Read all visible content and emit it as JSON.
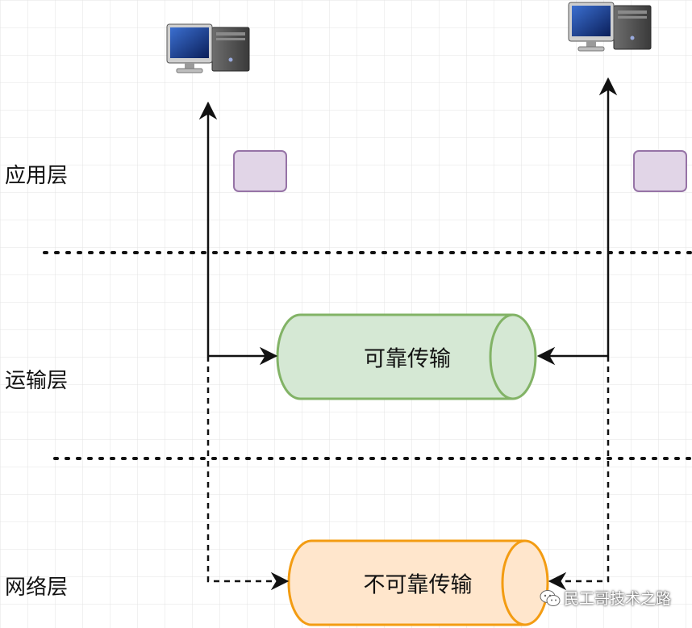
{
  "layers": [
    {
      "id": "app",
      "label": "应用层"
    },
    {
      "id": "transport",
      "label": "运输层"
    },
    {
      "id": "network",
      "label": "网络层"
    }
  ],
  "pipes": {
    "reliable": {
      "label": "可靠传输",
      "fill": "#d5e8d4",
      "stroke": "#82b366"
    },
    "unreliable": {
      "label": "不可靠传输",
      "fill": "#ffe6cc",
      "stroke": "#f39c12"
    }
  },
  "app_box": {
    "fill": "#e1d5e7",
    "stroke": "#9673a6"
  },
  "icons": [
    "computer-left-icon",
    "computer-right-icon",
    "wechat-icon"
  ],
  "watermark": {
    "text": "民工哥技术之路"
  },
  "grid": {
    "on": true,
    "color": "#e3e3e3"
  }
}
